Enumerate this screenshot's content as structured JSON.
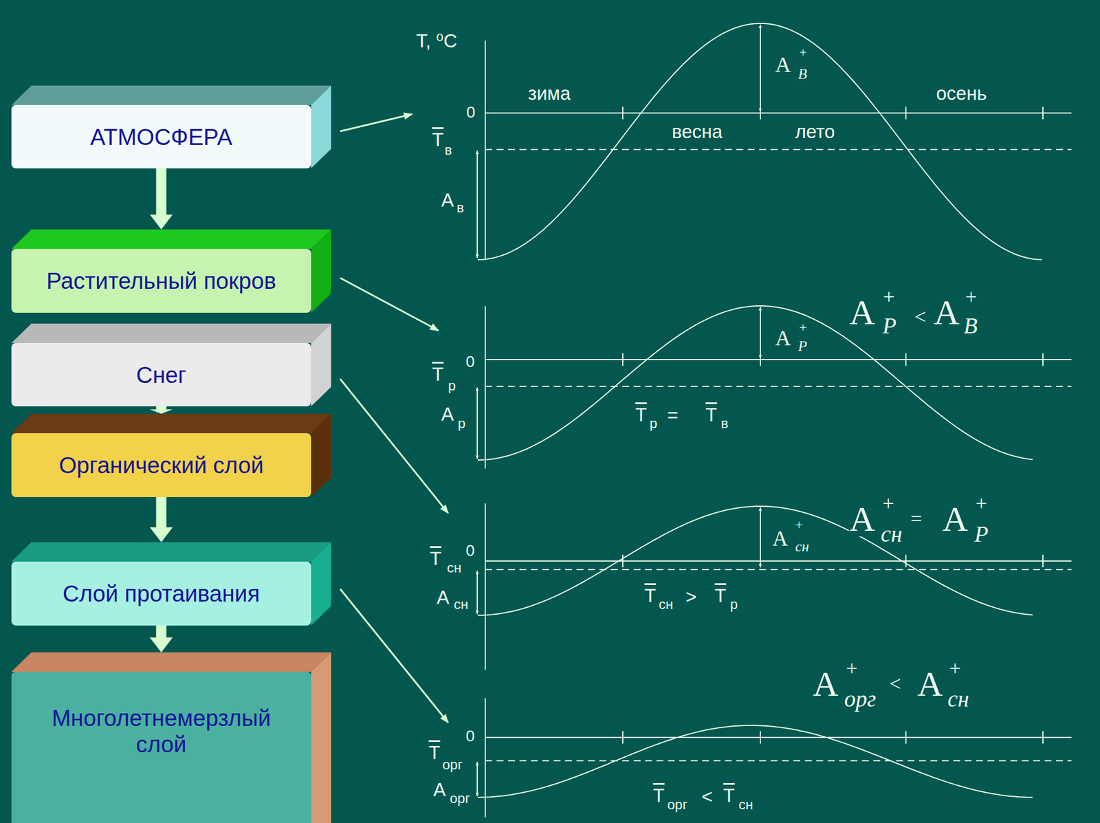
{
  "diagram": {
    "nodes": [
      {
        "text": [
          "АТМОСФЕРА"
        ]
      },
      {
        "text": [
          "Растительный покров"
        ]
      },
      {
        "text": [
          "Снег"
        ]
      },
      {
        "text": [
          "Органический слой"
        ]
      },
      {
        "text": [
          "Слой протаивания"
        ]
      },
      {
        "text": [
          "Многолетнемерзлый слой"
        ]
      }
    ],
    "edges": [
      {
        "from": 0,
        "to": 1,
        "arrow": "to"
      },
      {
        "from": 2,
        "to": 3,
        "arrow": "to"
      },
      {
        "from": 3,
        "to": 4,
        "arrow": "to"
      },
      {
        "from": 4,
        "to": 5,
        "arrow": "to"
      }
    ],
    "labels": [
      "T, ⁰C",
      "0",
      "T",
      "в",
      "A",
      "в",
      "зима",
      "весна",
      "лето",
      "осень",
      "A",
      "+",
      "B",
      "0",
      "T",
      "р",
      "A",
      "р",
      "A",
      "+",
      "P",
      "A",
      "+",
      "P",
      "<",
      "A",
      "+",
      "B",
      "T",
      "р",
      "=",
      "T",
      "в",
      "T",
      "сн",
      "0",
      "A",
      "сн",
      "A",
      "+",
      "сн",
      "A",
      "+",
      "сн",
      "=",
      "A",
      "+",
      "P",
      "T",
      "сн",
      ">",
      "T",
      "р",
      "0",
      "T",
      "орг",
      "A",
      "орг",
      "A",
      "+",
      "орг",
      "<",
      "A",
      "+",
      "сн",
      "T",
      "орг",
      "<",
      "T",
      "сн"
    ]
  }
}
